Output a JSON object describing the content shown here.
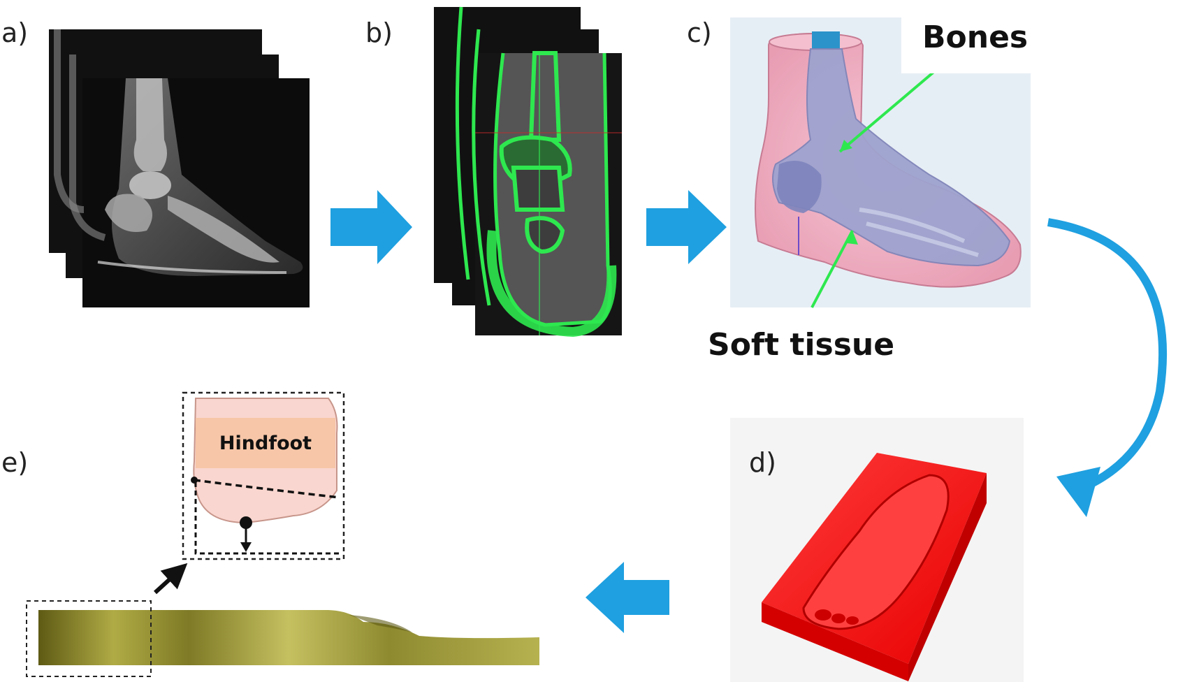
{
  "panels": {
    "a": {
      "label": "a)"
    },
    "b": {
      "label": "b)"
    },
    "c": {
      "label": "c)",
      "callout_bones": "Bones",
      "callout_soft_tissue": "Soft tissue"
    },
    "d": {
      "label": "d)"
    },
    "e": {
      "label": "e)",
      "inset_label": "Hindfoot"
    }
  },
  "colors": {
    "arrow": "#1fa0e0",
    "segmentation": "#2ee84f",
    "soft_tissue": "#f4b6c8",
    "bone": "#9ea3cf",
    "mold": "#ff1a1a",
    "insole": "#b9b548",
    "callout_line": "#2ee84f",
    "hindfoot_box": "#f7c6a8"
  },
  "icons": [
    "flow-arrow-right-icon",
    "flow-arrow-left-icon",
    "curved-arrow-icon"
  ]
}
